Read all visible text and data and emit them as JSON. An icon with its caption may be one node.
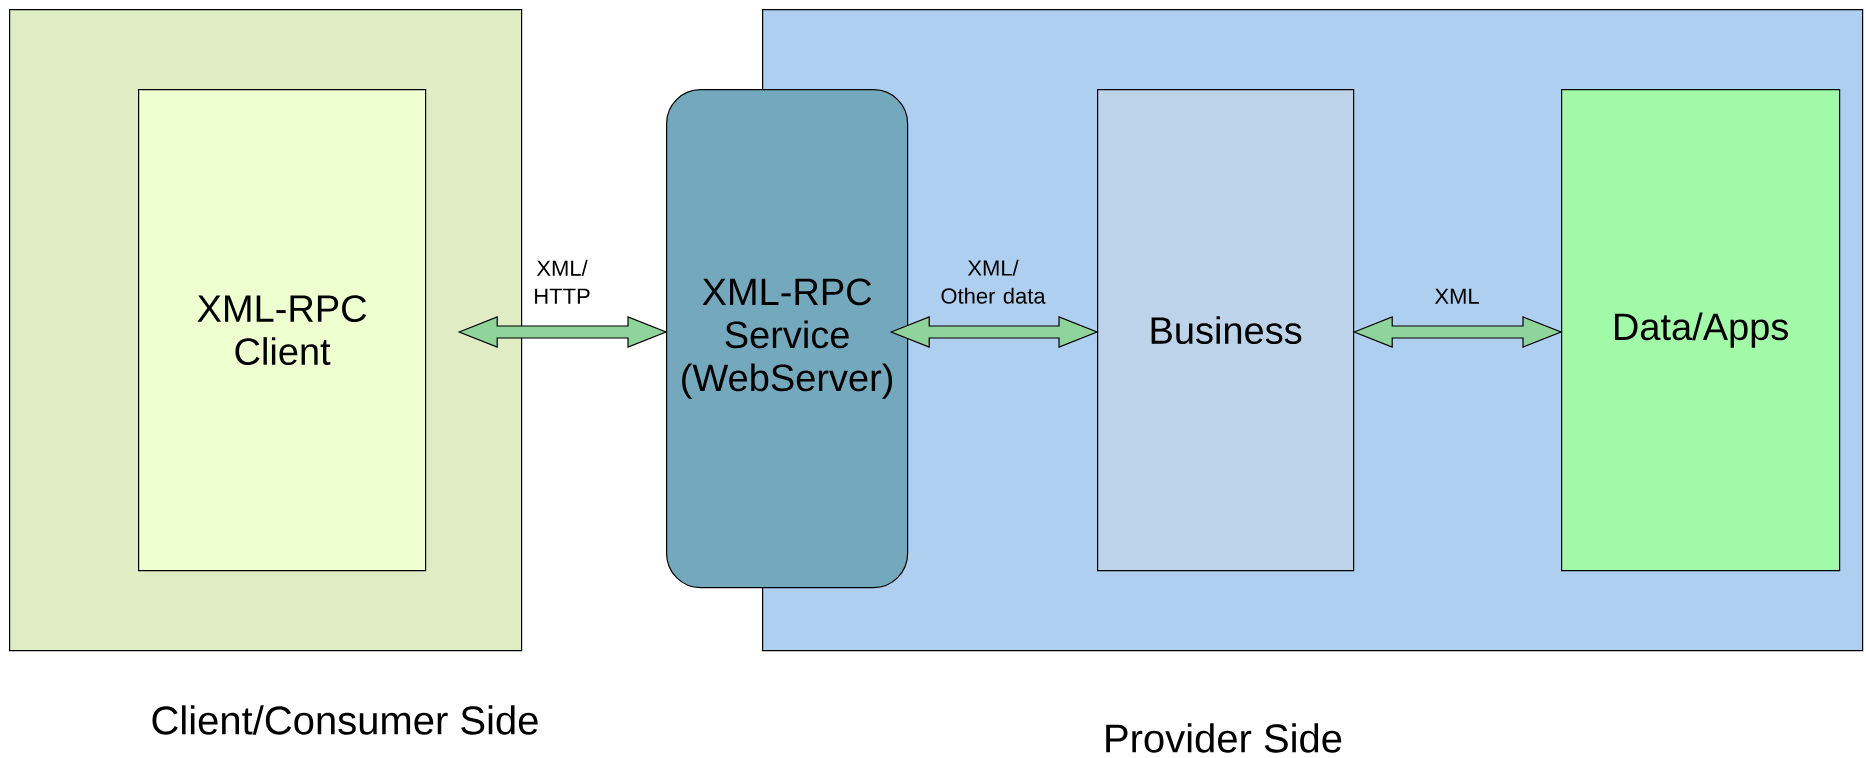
{
  "diagram": {
    "nodes": [
      {
        "text": [
          "Client/Consumer Side"
        ]
      },
      {
        "text": [
          "XML-RPC Client"
        ],
        "in": 0
      },
      {
        "text": [
          "Provider Side"
        ]
      },
      {
        "text": [
          "XML-RPC Service (WebServer)"
        ]
      },
      {
        "text": [
          "Business"
        ],
        "in": 2
      },
      {
        "text": [
          "Data/Apps"
        ],
        "in": 2
      }
    ],
    "edges": [
      {
        "from": 1,
        "to": 3,
        "arrow": "both",
        "label": "XML/ HTTP"
      },
      {
        "from": 3,
        "to": 4,
        "arrow": "both",
        "label": "XML/ Other data"
      },
      {
        "from": 4,
        "to": 5,
        "arrow": "both",
        "label": "XML"
      }
    ]
  }
}
